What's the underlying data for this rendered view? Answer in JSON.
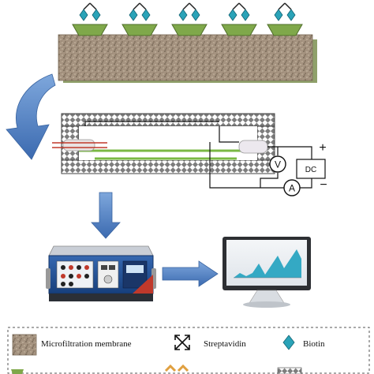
{
  "circuit": {
    "voltmeter_symbol": "V",
    "ammeter_symbol": "A",
    "source_label": "DC",
    "plus_sign": "+",
    "minus_sign": "−"
  },
  "legend": {
    "items": [
      {
        "label": "Microfiltration membrane",
        "icon": "membrane-swatch-icon"
      },
      {
        "label": "Streptavidin",
        "icon": "cross-arrow-icon"
      },
      {
        "label": "Biotin",
        "icon": "diamond-icon"
      }
    ]
  },
  "colors": {
    "membrane": "#9c8a77",
    "membrane_shadow": "#8fa06a",
    "antibody_base": "#7fa84a",
    "biotin": "#2aa3b8",
    "arrow_blue": "#4f7fc0",
    "electrode_green": "#7ab844",
    "tube_red": "#c0392b",
    "instrument_blue": "#1f4f96",
    "chart_fill": "#34a9c4"
  }
}
